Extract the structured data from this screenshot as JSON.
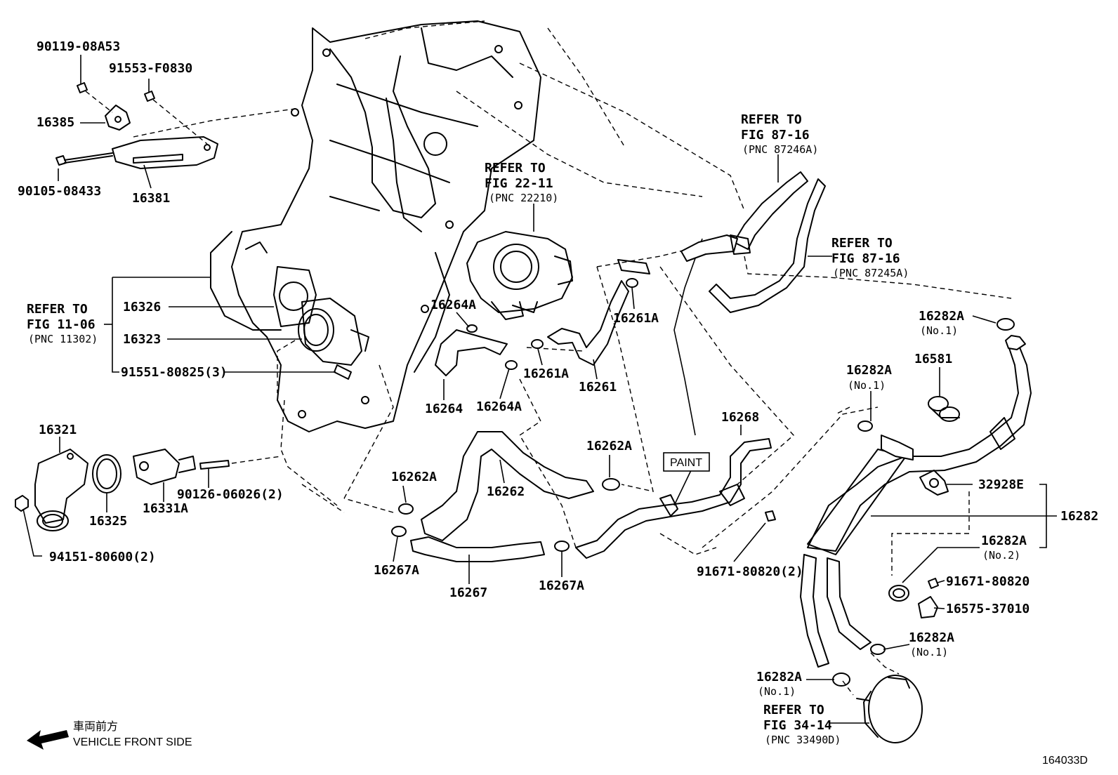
{
  "labels": {
    "p90119": "90119-08A53",
    "p91553": "91553-F0830",
    "p16385": "16385",
    "p90105": "90105-08433",
    "p16381": "16381",
    "p16326": "16326",
    "p16323": "16323",
    "p91551": "91551-80825(3)",
    "p16321": "16321",
    "p16325": "16325",
    "p16331A": "16331A",
    "p90126": "90126-06026(2)",
    "p94151": "94151-80600(2)",
    "p16264A_1": "16264A",
    "p16264": "16264",
    "p16264A_2": "16264A",
    "p16261A_1": "16261A",
    "p16261A_2": "16261A",
    "p16261": "16261",
    "p16262A_1": "16262A",
    "p16262": "16262",
    "p16262A_2": "16262A",
    "p16267A_1": "16267A",
    "p16267": "16267",
    "p16267A_2": "16267A",
    "p16268": "16268",
    "p91671_2": "91671-80820(2)",
    "p16282A_top": "16282A",
    "p16581": "16581",
    "p16282A_mid": "16282A",
    "p32928E": "32928E",
    "p16282": "16282",
    "p16282A_no2": "16282A",
    "p91671": "91671-80820",
    "p16575": "16575-37010",
    "p16282A_low": "16282A",
    "p16282A_bot": "16282A"
  },
  "qualifiers": {
    "no1_a": "(No.1)",
    "no1_b": "(No.1)",
    "no2": "(No.2)",
    "no1_c": "(No.1)",
    "no1_d": "(No.1)"
  },
  "refs": {
    "fig11": {
      "line1": "REFER TO",
      "line2": "FIG 11-06",
      "line3": "(PNC 11302)"
    },
    "fig22": {
      "line1": "REFER TO",
      "line2": "FIG 22-11",
      "line3": "(PNC 22210)"
    },
    "fig87a": {
      "line1": "REFER TO",
      "line2": "FIG 87-16",
      "line3": "(PNC 87246A)"
    },
    "fig87b": {
      "line1": "REFER TO",
      "line2": "FIG 87-16",
      "line3": "(PNC 87245A)"
    },
    "fig34": {
      "line1": "REFER TO",
      "line2": "FIG 34-14",
      "line3": "(PNC 33490D)"
    }
  },
  "paint_label": "PAINT",
  "footer": {
    "jp_text": "車両前方",
    "en_text": "VEHICLE FRONT SIDE",
    "diagram_id": "164033D"
  }
}
